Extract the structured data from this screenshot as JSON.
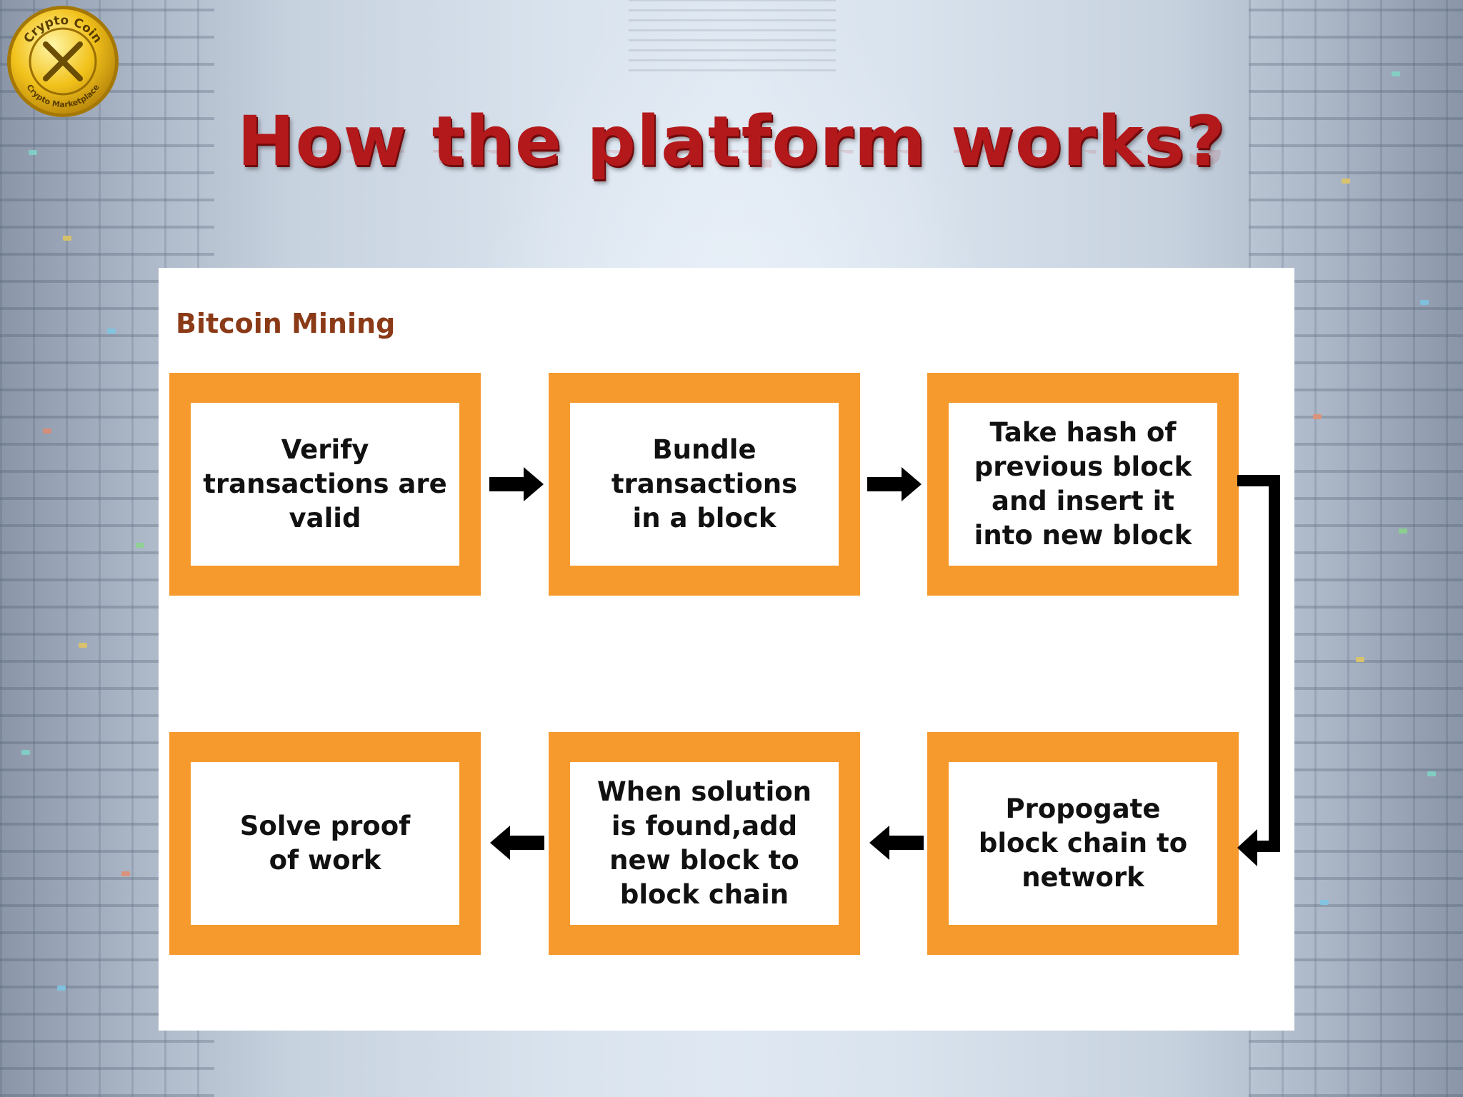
{
  "slide": {
    "title": "How the platform works?"
  },
  "logo": {
    "top_text": "Crypto Coin",
    "bottom_text": "Crypto Marketplace"
  },
  "diagram": {
    "heading": "Bitcoin Mining",
    "steps": [
      {
        "text": "Verify\ntransactions are\nvalid"
      },
      {
        "text": "Bundle\ntransactions\nin a block"
      },
      {
        "text": "Take hash of\nprevious block\nand insert it\ninto new block"
      },
      {
        "text": "Propogate\nblock chain to\nnetwork"
      },
      {
        "text": "When solution\nis found,add\nnew block to\nblock chain"
      },
      {
        "text": "Solve proof\nof work"
      }
    ]
  },
  "colors": {
    "box_border": "#f79a2e",
    "title_red": "#b3191b",
    "heading_brown": "#8b3a17",
    "arrow": "#000000"
  }
}
